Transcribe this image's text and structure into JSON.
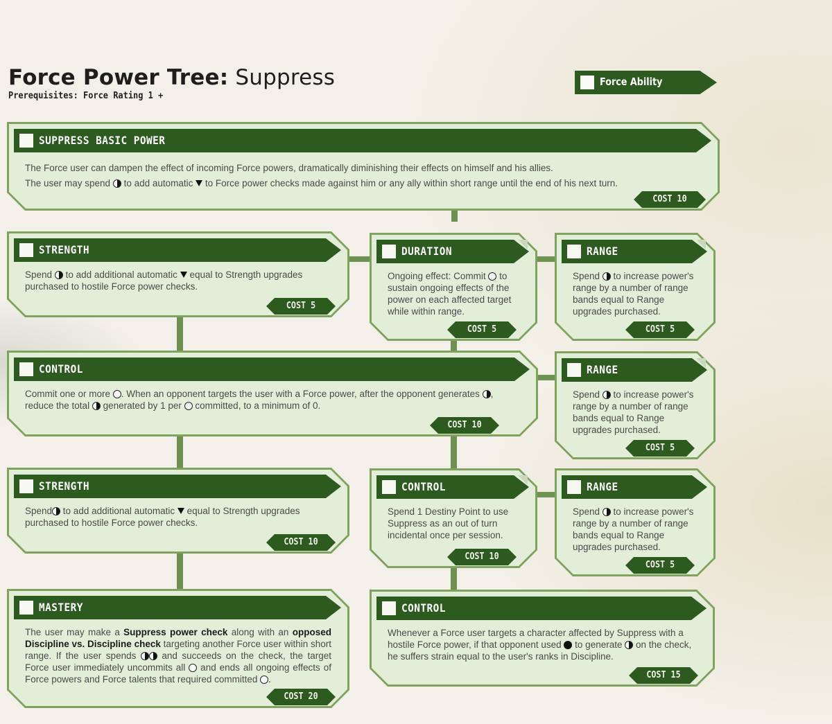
{
  "page": {
    "title_bold": "Force Power Tree:",
    "title_light": "Suppress",
    "prerequisites": "Prerequisites: Force Rating 1 +"
  },
  "legend": {
    "label": "Force Ability"
  },
  "colors": {
    "header_green": "#2c5a1f",
    "frame_green": "#7fa35e",
    "card_fill": "#e3eed8",
    "connector": "#6e9152"
  },
  "symbols": {
    "light_side_point": "half-circle",
    "force_pip": "ring",
    "dark_side_pip": "filled-circle",
    "failure": "down-triangle"
  },
  "nodes": {
    "basic": {
      "title": "SUPPRESS BASIC POWER",
      "line1": "The Force user can dampen the effect of incoming Force powers, dramatically diminishing their effects on himself and his allies.",
      "line2a": "The user may spend",
      "line2b": " to add automatic ",
      "line2c": " to Force power checks made against him or any ally within short range until the end of his next turn.",
      "cost": "COST 10"
    },
    "strength1": {
      "title": "STRENGTH",
      "t1": "Spend",
      "t2": " to add additional automatic ",
      "t3": " equal to Strength upgrades purchased to hostile Force power checks.",
      "cost": "COST 5"
    },
    "duration": {
      "title": "DURATION",
      "t1": "Ongoing effect: Commit ",
      "t2": " to sustain ongoing effects of the power on each affected target while within range.",
      "cost": "COST 5"
    },
    "range1": {
      "title": "RANGE",
      "t1": "Spend ",
      "t2": " to increase power's range by a number of range bands equal to Range upgrades purchased.",
      "cost": "COST 5"
    },
    "control1": {
      "title": "CONTROL",
      "t1": "Commit one or more ",
      "t2": ". When an opponent targets the user with a Force power, after the opponent generates ",
      "t3": ", reduce the total ",
      "t4": " generated by 1 per ",
      "t5": " committed, to a minimum of 0.",
      "cost": "COST 10"
    },
    "range2": {
      "title": "RANGE",
      "t1": "Spend ",
      "t2": " to increase power's range by a number of range bands equal to Range upgrades purchased.",
      "cost": "COST 5"
    },
    "strength2": {
      "title": "STRENGTH",
      "t1": "Spend",
      "t2": " to add additional automatic ",
      "t3": " equal to Strength upgrades purchased to hostile Force power checks.",
      "cost": "COST 10"
    },
    "control2": {
      "title": "CONTROL",
      "t1": "Spend 1 Destiny Point to use Suppress as an out of turn incidental once per session.",
      "cost": "COST 10"
    },
    "range3": {
      "title": "RANGE",
      "t1": "Spend ",
      "t2": " to increase power's range by a number of range bands equal to Range upgrades purchased.",
      "cost": "COST 5"
    },
    "mastery": {
      "title": "MASTERY",
      "t1": "The user may make a ",
      "b1": "Suppress power check",
      "t2": " along with an ",
      "b2": "opposed Discipline vs. Discipline check",
      "t3": " targeting another Force user within short range. If the user spends ",
      "t4": " and succeeds on the check, the target Force user immediately uncommits all ",
      "t5": " and ends all ongoing effects of Force powers and Force talents that required committed ",
      "t6": ".",
      "cost": "COST 20"
    },
    "control3": {
      "title": "CONTROL",
      "t1": "Whenever a Force user targets a character affected by Suppress with a hostile Force power, if that opponent used ",
      "t2": " to generate ",
      "t3": " on the check, he suffers strain equal to the user's ranks in Discipline.",
      "cost": "COST 15"
    }
  }
}
